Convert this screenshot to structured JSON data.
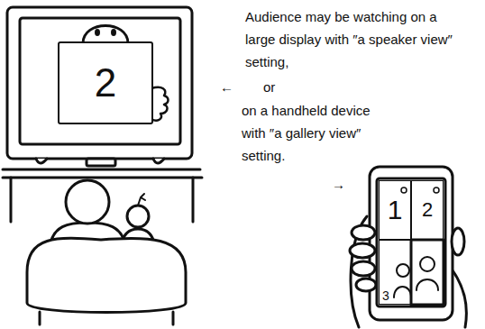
{
  "diagram": {
    "nodes": [
      {
        "text": [
          "2"
        ]
      },
      {
        "text": [
          "1"
        ]
      },
      {
        "text": [
          "2"
        ]
      },
      {
        "text": [
          "3"
        ]
      }
    ],
    "labels": [
      "Audience may be watching on a large display with ″a speaker view″ setting,",
      "←",
      "or",
      "on a handheld device with ″a gallery view″ setting.",
      "→"
    ]
  }
}
